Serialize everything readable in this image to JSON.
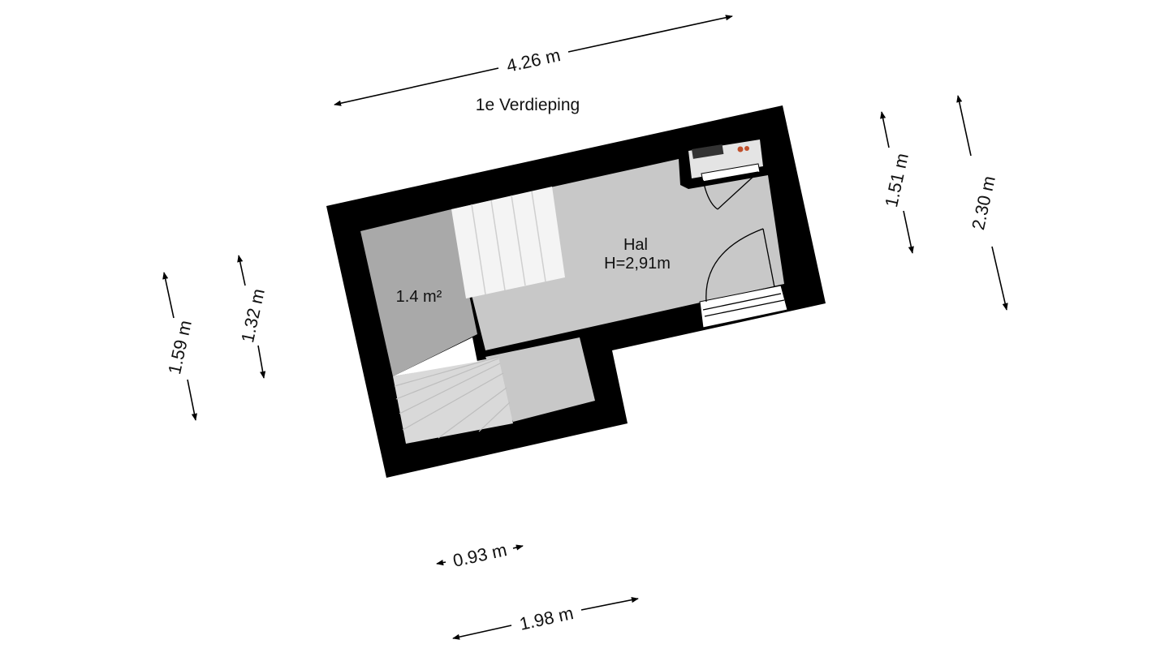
{
  "floor_name": "1e Verdieping",
  "rooms": {
    "hal": {
      "name": "Hal",
      "height": "H=2,91m"
    },
    "storage": {
      "area": "1.4 m²"
    }
  },
  "dimensions": {
    "top_width": "4.26 m",
    "left_outer": "1.59 m",
    "left_inner": "1.32 m",
    "right_inner": "1.51 m",
    "right_outer": "2.30 m",
    "bottom_small": "0.93 m",
    "bottom_large": "1.98 m"
  },
  "colors": {
    "wall": "#000000",
    "floor": "#c8c8c8",
    "storage_floor": "#a9a9a9",
    "stair": "#f2f2f2",
    "background": "#ffffff"
  }
}
